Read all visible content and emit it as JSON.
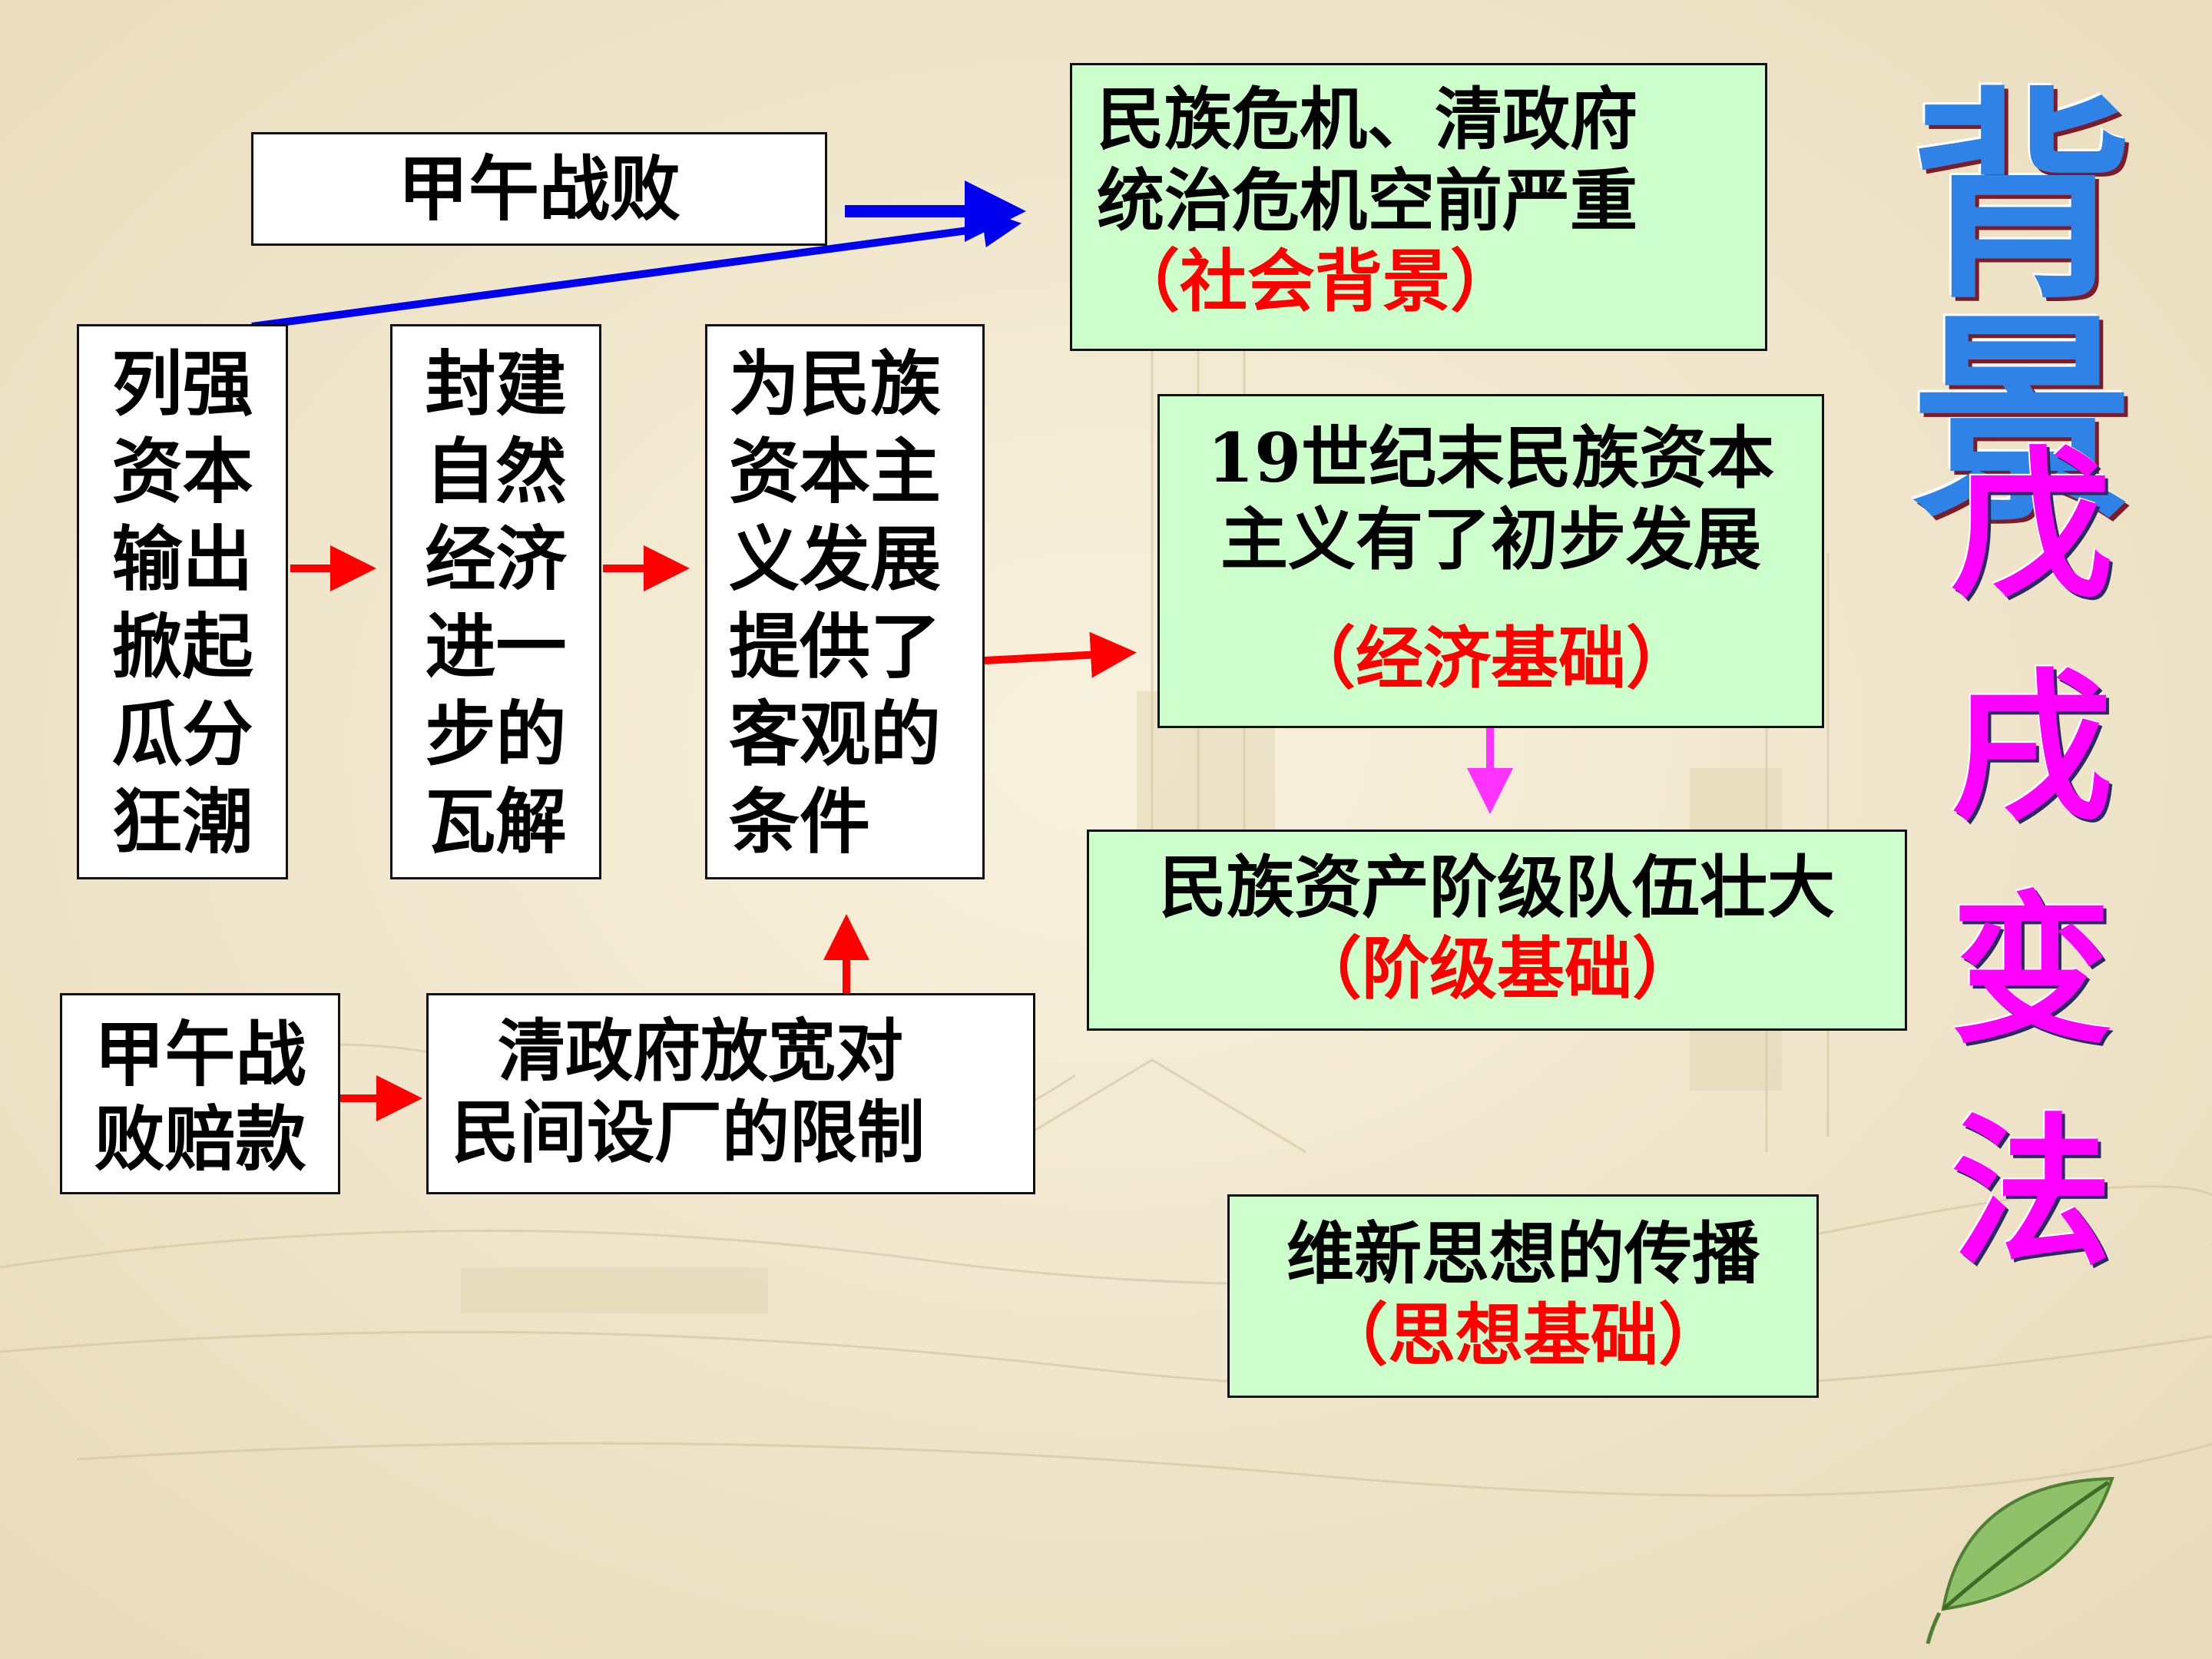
{
  "boxes": {
    "jiawu_defeat": "甲午战败",
    "crisis": {
      "line1": "民族危机、清政府",
      "line2": "统治危机空前严重",
      "tag": "（社会背景）"
    },
    "powers": [
      "列强",
      "资本",
      "输出",
      "掀起",
      "瓜分",
      "狂潮"
    ],
    "feudal": [
      "封建",
      "自然",
      "经济",
      "进一",
      "步的",
      "瓦解"
    ],
    "conditions": [
      "为民族",
      "资本主",
      "义发展",
      "提供了",
      "客观的",
      "条件"
    ],
    "capitalism": {
      "line1": "19世纪末民族资本",
      "line2": "主义有了初步发展",
      "tag": "（经济基础）"
    },
    "bourgeoisie": {
      "line1": "民族资产阶级队伍壮大",
      "tag": "（阶级基础）"
    },
    "indemnity": [
      "甲午战",
      "败赔款"
    ],
    "relax": {
      "line1": "清政府放宽对",
      "line2": "民间设厂的限制"
    },
    "ideas": {
      "line1": "维新思想的传播",
      "tag": "（思想基础）"
    }
  },
  "side_title": {
    "top": "背景",
    "chars": [
      "戊",
      "戌",
      "变",
      "法"
    ]
  },
  "colors": {
    "background": "#f4ecd6",
    "box_green": "#ccffcc",
    "arrow_red": "#ff0000",
    "arrow_blue": "#0000ee",
    "arrow_magenta": "#ff33ff",
    "tag_red": "#ff0000",
    "title_magenta": "#ff00ff",
    "title_blue": "#2f83e6"
  }
}
